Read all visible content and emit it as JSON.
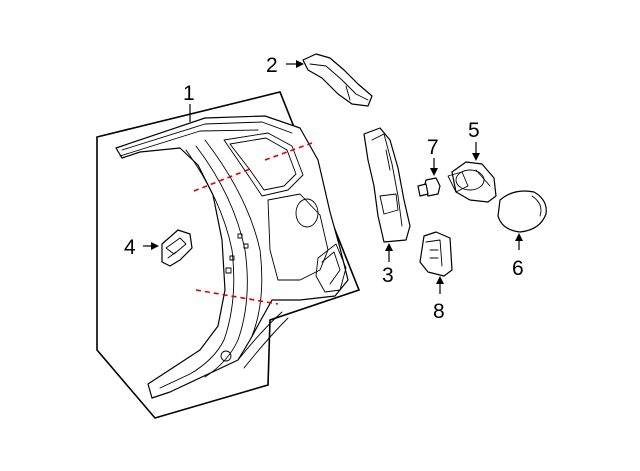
{
  "callouts": [
    {
      "id": "1",
      "label": "1"
    },
    {
      "id": "2",
      "label": "2"
    },
    {
      "id": "3",
      "label": "3"
    },
    {
      "id": "4",
      "label": "4"
    },
    {
      "id": "5",
      "label": "5"
    },
    {
      "id": "6",
      "label": "6"
    },
    {
      "id": "7",
      "label": "7"
    },
    {
      "id": "8",
      "label": "8"
    }
  ],
  "colors": {
    "line": "#000000",
    "cut_line": "#e00000",
    "background": "#ffffff"
  }
}
